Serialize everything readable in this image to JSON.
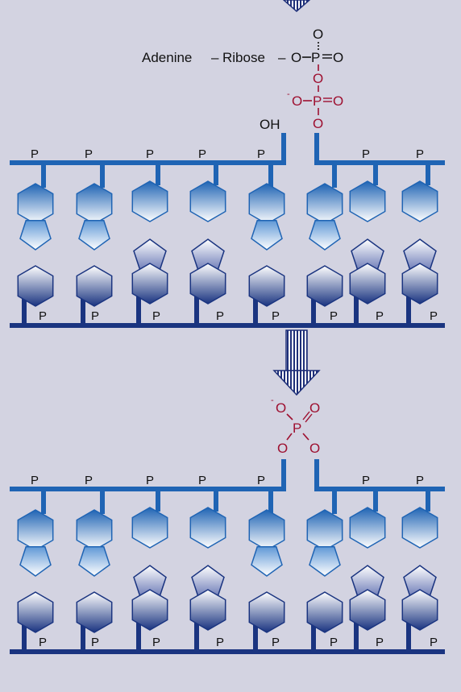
{
  "colors": {
    "background": "#d3d3e1",
    "backbone_top": "#1f64b4",
    "backbone_bottom": "#1a3480",
    "phosphate_red": "#9e1030",
    "arrow": "#1e2f78"
  },
  "reaction_top": {
    "adenine": "Adenine",
    "dash1": "–",
    "ribose": "Ribose",
    "dash2": "–",
    "o_black": "O",
    "p_black": "P",
    "o_top": "O",
    "o_right": "O",
    "o_bridge": "O",
    "neg_sign": "-",
    "o_neg": "O",
    "p_red": "P",
    "o_right_red": "O",
    "o_bottom_red": "O",
    "oh": "OH"
  },
  "reaction_bottom": {
    "neg_sign": "-",
    "o_neg": "O",
    "o_double": "O",
    "p": "P",
    "o_left": "O",
    "o_right": "O"
  },
  "phosphate_label": "P",
  "strand_top_p_labels": [
    "P",
    "P",
    "P",
    "P",
    "P",
    "P",
    "P"
  ],
  "strand_bottom_p_labels": [
    "P",
    "P",
    "P",
    "P",
    "P",
    "P",
    "P",
    "P"
  ],
  "top_strand_bases": [
    "purine",
    "purine",
    "pyrimidine",
    "pyrimidine",
    "purine",
    "purine",
    "pyrimidine",
    "pyrimidine"
  ],
  "bottom_strand_bases": [
    "pyrimidine",
    "pyrimidine",
    "purine",
    "purine",
    "pyrimidine",
    "pyrimidine",
    "purine",
    "purine"
  ],
  "icons": [
    "down-arrow-icon"
  ]
}
